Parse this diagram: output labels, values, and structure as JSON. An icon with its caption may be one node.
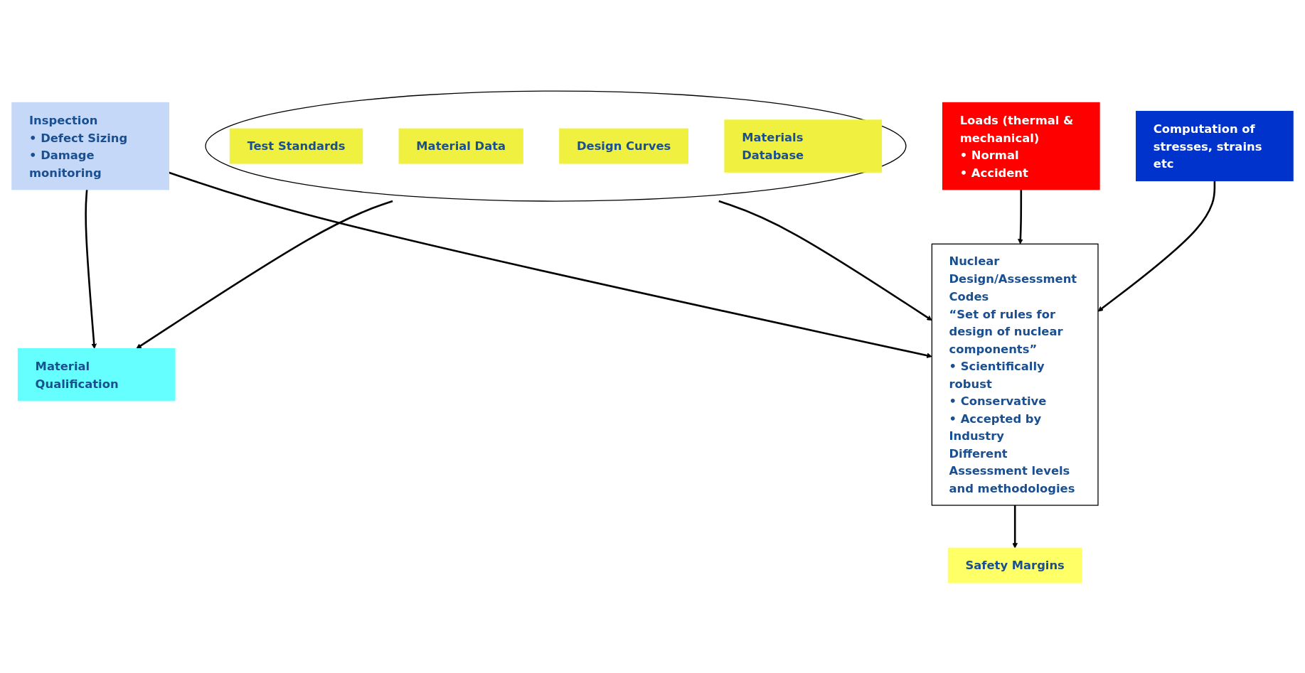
{
  "diagram": {
    "nodes": [
      {
        "text": [],
        "shape": "ellipse"
      },
      {
        "text": [
          "Test Standards"
        ],
        "in": 0
      },
      {
        "text": [
          "Material Data"
        ],
        "in": 0
      },
      {
        "text": [
          "Design Curves"
        ],
        "in": 0
      },
      {
        "text": [
          "Materials Database"
        ],
        "in": 0
      },
      {
        "text": [
          "Material Qualification"
        ]
      },
      {
        "text": [
          "Inspection",
          "• Defect Sizing",
          "• Damage monitoring"
        ]
      },
      {
        "text": [
          "Loads (thermal & mechanical)",
          "• Normal",
          "• Accident"
        ]
      },
      {
        "text": [
          "Nuclear Design/Assessment Codes",
          "“Set of rules for design of nuclear components”",
          "• Scientifically robust",
          "• Conservative",
          "• Accepted by Industry",
          "Different Assessment levels and methodologies"
        ]
      },
      {
        "text": [
          "Computation of stresses, strains etc"
        ]
      },
      {
        "text": [
          "Safety Margins"
        ]
      }
    ],
    "edges": [
      {
        "from": 0,
        "to": 5,
        "arrow": "to"
      },
      {
        "from": 6,
        "to": 5,
        "arrow": "to"
      },
      {
        "from": 0,
        "to": 8,
        "arrow": "to"
      },
      {
        "from": 6,
        "to": 8,
        "arrow": "to"
      },
      {
        "from": 7,
        "to": 8,
        "arrow": "to"
      },
      {
        "from": 9,
        "to": 8,
        "arrow": "to"
      },
      {
        "from": 8,
        "to": 10,
        "arrow": "to"
      }
    ]
  }
}
